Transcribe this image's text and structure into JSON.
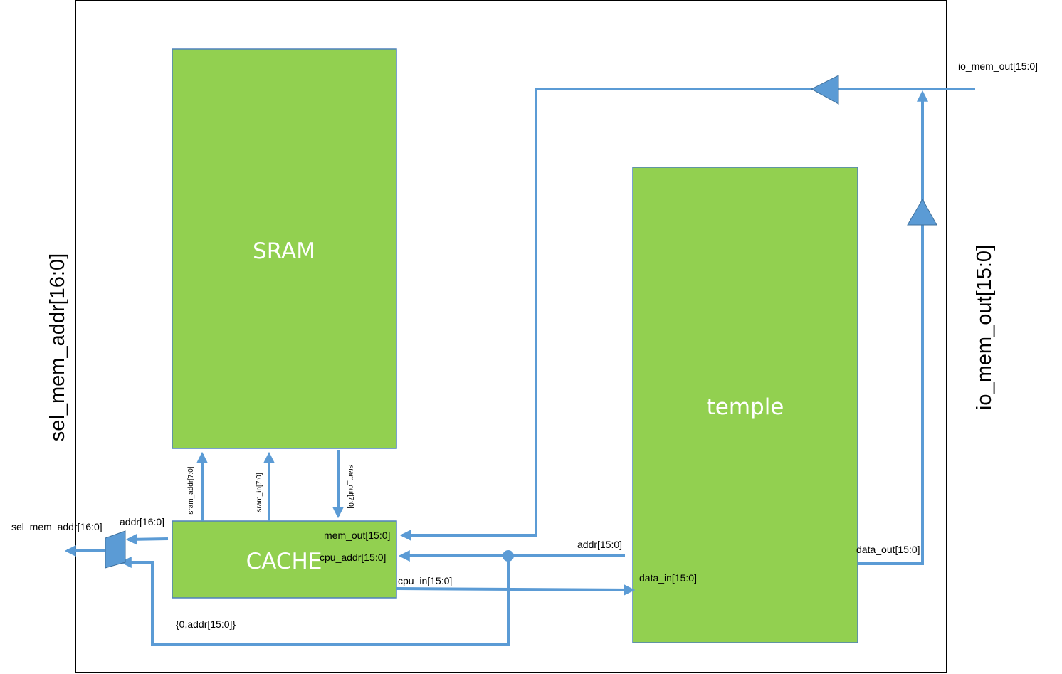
{
  "colors": {
    "block_fill": "#92d050",
    "block_stroke": "#4f81bd",
    "wire": "#5b9bd5",
    "frame": "#000000",
    "block_text": "#ffffff"
  },
  "blocks": {
    "sram": "SRAM",
    "cache": "CACHE",
    "temple": "temple"
  },
  "side_labels": {
    "left": "sel_mem_addr[16:0]",
    "right": "io_mem_out[15:0]"
  },
  "signals": {
    "io_mem_out_port": "io_mem_out[15:0]",
    "sel_mem_addr_port": "sel_mem_addr[16:0]",
    "addr_16": "addr[16:0]",
    "mem_out": "mem_out[15:0]",
    "cpu_addr": "cpu_addr[15:0]",
    "cpu_in": "cpu_in[15:0]",
    "addr_15": "addr[15:0]",
    "data_in": "data_in[15:0]",
    "data_out": "data_out[15:0]",
    "concat_addr": "{0,addr[15:0]}",
    "sram_addr": "sram_addr[7:0]",
    "sram_in": "sram_in[7:0]",
    "sram_out": "sram_out[7:0]"
  }
}
